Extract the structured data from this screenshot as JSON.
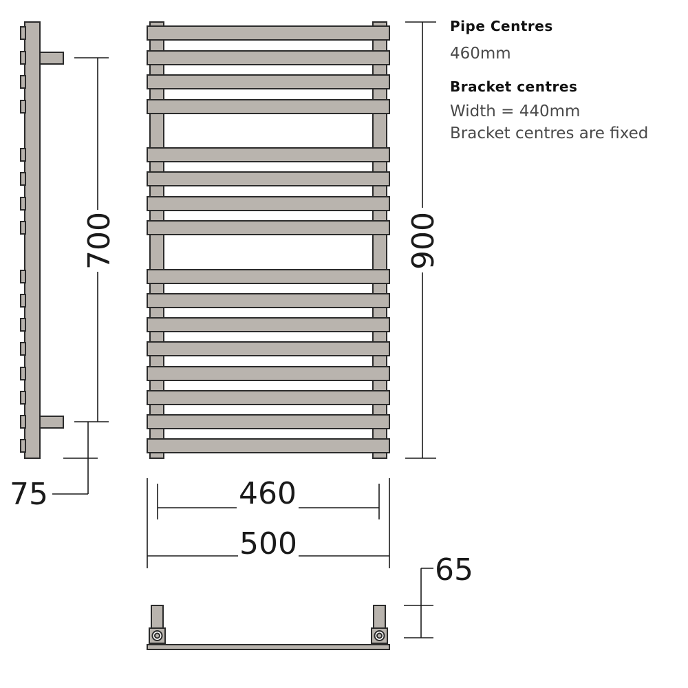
{
  "info": {
    "pipe_centres_heading": "Pipe Centres",
    "pipe_centres_value": "460mm",
    "bracket_heading": "Bracket centres",
    "bracket_width": "Width = 440mm",
    "bracket_note": "Bracket centres are fixed"
  },
  "dimensions": {
    "bracket_vertical": "700",
    "overall_height": "900",
    "bottom_offset": "75",
    "pipe_centres": "460",
    "overall_width": "500",
    "projection": "65"
  },
  "colors": {
    "metal": "#b9b4ae",
    "outline": "#2b2b2b",
    "line": "#1a1a1a"
  }
}
